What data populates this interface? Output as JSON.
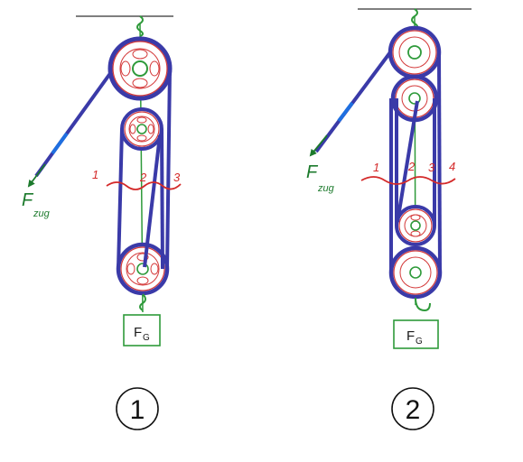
{
  "colors": {
    "rope": "#3a3aa8",
    "rope_fill": "#ffffff",
    "pulley": "#d43a3a",
    "shaft": "#2e9a3a",
    "force": "#1c7a2c",
    "force_highlight": "#1e6fe0",
    "cut_line": "#d42a2a",
    "ceiling": "#333333"
  },
  "diagram_1": {
    "number": "1",
    "force_main": "F",
    "force_sub": "zug",
    "weight_main": "F",
    "weight_sub": "G",
    "rope_labels": [
      "1",
      "2",
      "3"
    ]
  },
  "diagram_2": {
    "number": "2",
    "force_main": "F",
    "force_sub": "zug",
    "weight_main": "F",
    "weight_sub": "G",
    "rope_labels": [
      "1",
      "2",
      "3",
      "4"
    ]
  }
}
